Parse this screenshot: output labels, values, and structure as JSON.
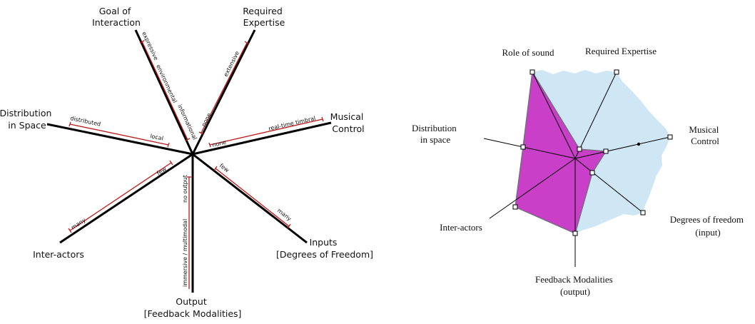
{
  "left_diagram": {
    "axes": [
      {
        "id": "goal",
        "label_lines": [
          "Goal of",
          "Interaction"
        ],
        "ticks": [
          "expressive",
          "environmental",
          "informational"
        ]
      },
      {
        "id": "expertise",
        "label_lines": [
          "Required",
          "Expertise"
        ],
        "ticks": [
          "none",
          "extensive"
        ]
      },
      {
        "id": "control",
        "label_lines": [
          "Musical",
          "Control"
        ],
        "ticks": [
          "none",
          "real-time timbral"
        ]
      },
      {
        "id": "inputs",
        "label_lines": [
          "Inputs",
          "[Degrees of Freedom]"
        ],
        "ticks": [
          "few",
          "many"
        ]
      },
      {
        "id": "output",
        "label_lines": [
          "Output",
          "[Feedback Modalities]"
        ],
        "ticks": [
          "no output",
          "immersive / multimodal"
        ]
      },
      {
        "id": "interactors",
        "label_lines": [
          "Inter-actors"
        ],
        "ticks": [
          "few",
          "many"
        ]
      },
      {
        "id": "space",
        "label_lines": [
          "Distribution",
          "in Space"
        ],
        "ticks": [
          "distributed",
          "local"
        ]
      }
    ]
  },
  "right_diagram": {
    "labels": {
      "role": "Role of sound",
      "expertise": "Required Expertise",
      "control_1": "Musical",
      "control_2": "Control",
      "dof_1": "Degrees of freedom",
      "dof_2": "(input)",
      "feedback_1": "Feedback Modalities",
      "feedback_2": "(output)",
      "interactors": "Inter-actors",
      "space_1": "Distribution",
      "space_2": "in space"
    },
    "colors": {
      "filled_area": "#c93fc7",
      "background_area": "#cfe6f5"
    }
  }
}
